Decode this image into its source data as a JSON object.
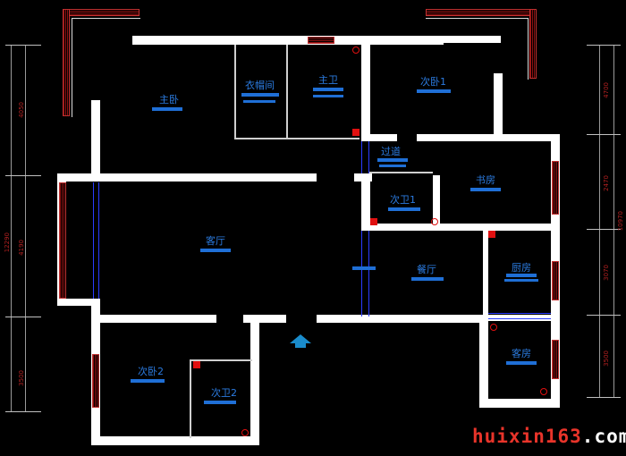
{
  "rooms": {
    "master_bedroom": "主卧",
    "walk_in_closet": "衣帽间",
    "master_bath": "主卫",
    "second_bedroom_1": "次卧1",
    "passage": "过道",
    "study": "书房",
    "second_bath_1": "次卫1",
    "living_room": "客厅",
    "dining_room": "餐厅",
    "kitchen": "厨房",
    "guest_room": "客房",
    "second_bedroom_2": "次卧2",
    "second_bath_2": "次卫2"
  },
  "dimensions": {
    "left": [
      "4050",
      "4190",
      "3500"
    ],
    "left_total": "12290",
    "right": [
      "4700",
      "2470",
      "3070",
      "3500"
    ],
    "right_total": "10970"
  },
  "watermark": {
    "name": "huixin163",
    "tld": ".com"
  },
  "colors": {
    "wall": "#ffffff",
    "label": "#2b7be0",
    "window": "#8b1010",
    "fixture": "#e01010"
  }
}
